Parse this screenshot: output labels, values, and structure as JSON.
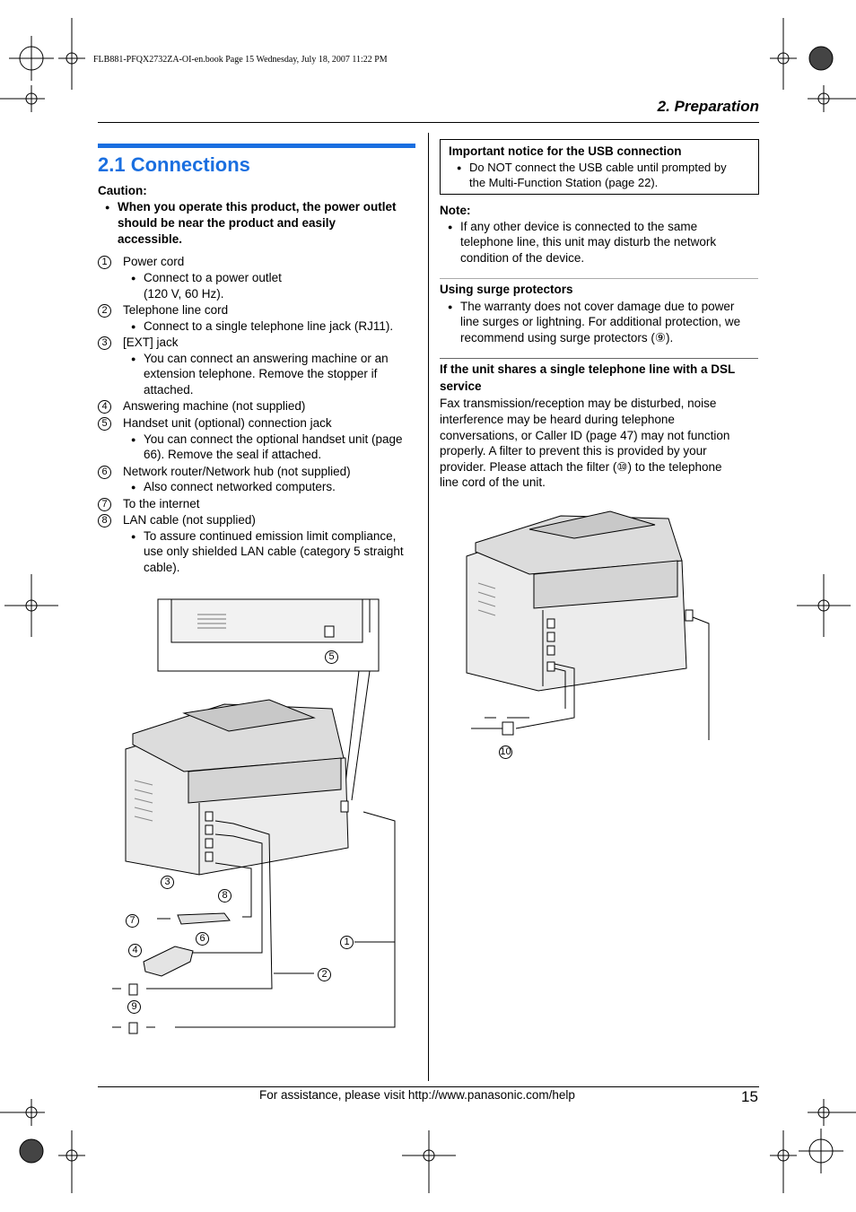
{
  "header": {
    "print_info": "FLB881-PFQX2732ZA-OI-en.book  Page 15  Wednesday, July 18, 2007  11:22 PM",
    "chapter": "2. Preparation"
  },
  "section": {
    "title": "2.1 Connections"
  },
  "caution": {
    "label": "Caution:",
    "text_line1": "When you operate this product, the power outlet",
    "text_line2": "should be near the product and easily",
    "text_line3": "accessible."
  },
  "items": [
    {
      "num": "1",
      "label": "Power cord"
    },
    {
      "num": "2",
      "label": "Telephone line cord"
    },
    {
      "num": "3",
      "label": "[EXT] jack"
    },
    {
      "num": "4",
      "label": "Answering machine (not supplied)"
    },
    {
      "num": "5",
      "label": "Handset unit (optional) connection jack"
    },
    {
      "num": "6",
      "label": "Network router/Network hub (not supplied)"
    },
    {
      "num": "7",
      "label": "To the internet"
    },
    {
      "num": "8",
      "label": "LAN cable (not supplied)"
    }
  ],
  "subitems": {
    "power_a": "Connect to a power outlet",
    "power_b": "(120 V, 60 Hz).",
    "tel": "Connect to a single telephone line jack (RJ11).",
    "ext_a": "You can connect an answering machine or an",
    "ext_b": "extension telephone. Remove the stopper if",
    "ext_c": "attached.",
    "handset_a": "You can connect the optional handset unit (page",
    "handset_b": "66). Remove the seal if attached.",
    "router": "Also connect networked computers.",
    "lan_a": "To assure continued emission limit compliance,",
    "lan_b": "use only shielded LAN cable (category 5 straight",
    "lan_c": "cable)."
  },
  "usb_notice": {
    "title": "Important notice for the USB connection",
    "line1": "Do NOT connect the USB cable until prompted by",
    "line2": "the Multi-Function Station (page 22)."
  },
  "note": {
    "label": "Note:",
    "line1": "If any other device is connected to the same",
    "line2": "telephone line, this unit may disturb the network",
    "line3": "condition of the device."
  },
  "surge": {
    "title": "Using surge protectors",
    "line1": "The warranty does not cover damage due to power",
    "line2": "line surges or lightning. For additional protection, we",
    "line3": "recommend using surge protectors (⑨)."
  },
  "dsl": {
    "title1": "If the unit shares a single telephone line with a DSL",
    "title2": "service",
    "line1": "Fax transmission/reception may be disturbed, noise",
    "line2": "interference may be heard during telephone",
    "line3": "conversations, or Caller ID (page 47) may not function",
    "line4": "properly. A filter to prevent this is provided by your",
    "line5": "provider. Please attach the filter (⑩) to the telephone",
    "line6": "line cord of the unit."
  },
  "diagram_labels": {
    "n1": "1",
    "n2": "2",
    "n3": "3",
    "n4": "4",
    "n5": "5",
    "n6": "6",
    "n7": "7",
    "n8": "8",
    "n9": "9",
    "n10": "10"
  },
  "footer": {
    "text": "For assistance, please visit http://www.panasonic.com/help",
    "page": "15"
  },
  "colors": {
    "accent": "#1a6fe0"
  }
}
